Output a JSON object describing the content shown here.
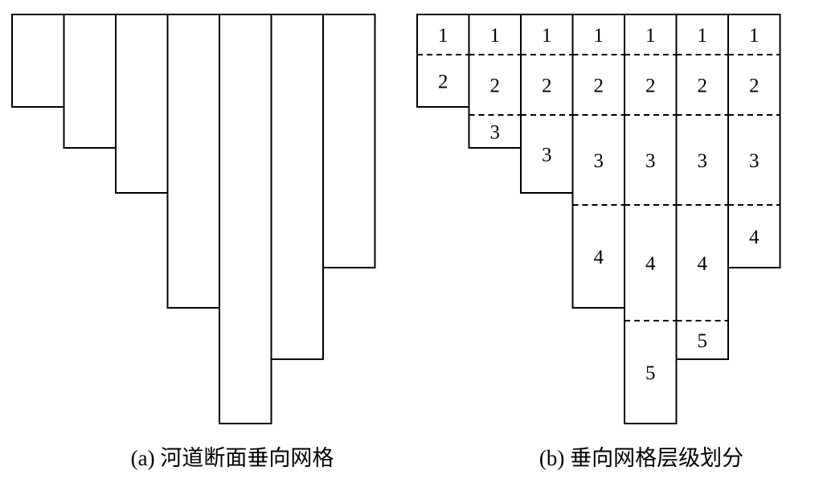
{
  "panel_a": {
    "caption": "(a) 河道断面垂向网格",
    "column_count": 7
  },
  "panel_b": {
    "caption": "(b) 垂向网格层级划分",
    "columns": [
      {
        "levels": [
          "1",
          "2"
        ]
      },
      {
        "levels": [
          "1",
          "2",
          "3"
        ]
      },
      {
        "levels": [
          "1",
          "2",
          "3"
        ]
      },
      {
        "levels": [
          "1",
          "2",
          "3",
          "4"
        ]
      },
      {
        "levels": [
          "1",
          "2",
          "3",
          "4",
          "5"
        ]
      },
      {
        "levels": [
          "1",
          "2",
          "3",
          "4",
          "5"
        ]
      },
      {
        "levels": [
          "1",
          "2",
          "3",
          "4"
        ]
      }
    ]
  }
}
